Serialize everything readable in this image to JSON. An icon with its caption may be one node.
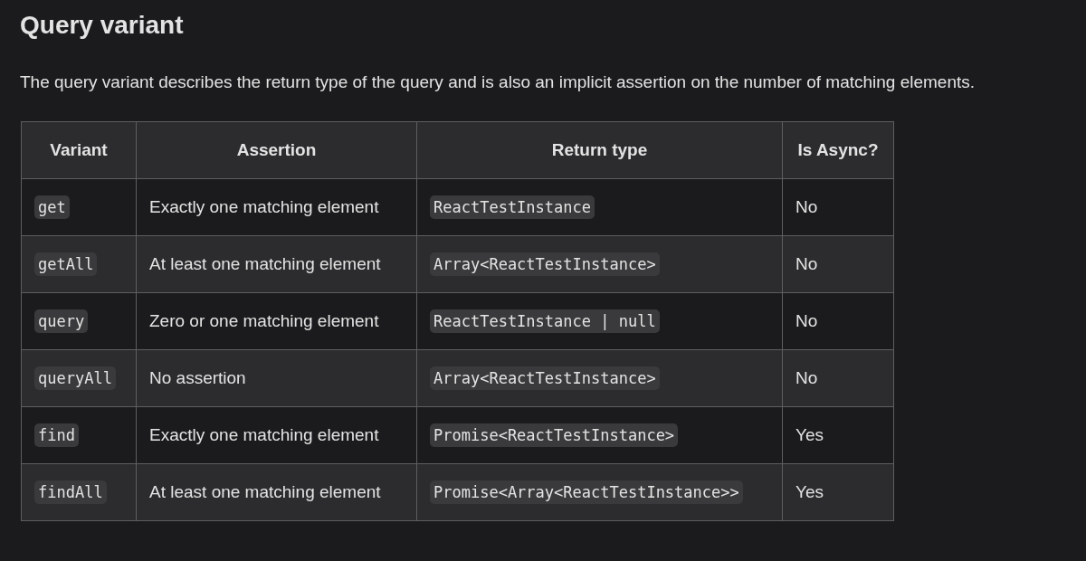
{
  "diagram": {
    "title": "Query variant",
    "labels": [
      "The query variant describes the return type of the query and is also an implicit assertion on the number of matching elements.",
      "Variant",
      "Assertion",
      "Return type",
      "Is Async?",
      "get",
      "Exactly one matching element",
      "ReactTestInstance",
      "No",
      "getAll",
      "At least one matching element",
      "Array<ReactTestInstance>",
      "No",
      "query",
      "Zero or one matching element",
      "ReactTestInstance | null",
      "No",
      "queryAll",
      "No assertion",
      "Array<ReactTestInstance>",
      "No",
      "find",
      "Exactly one matching element",
      "Promise<ReactTestInstance>",
      "Yes",
      "findAll",
      "At least one matching element",
      "Promise<Array<ReactTestInstance>>",
      "Yes"
    ]
  }
}
